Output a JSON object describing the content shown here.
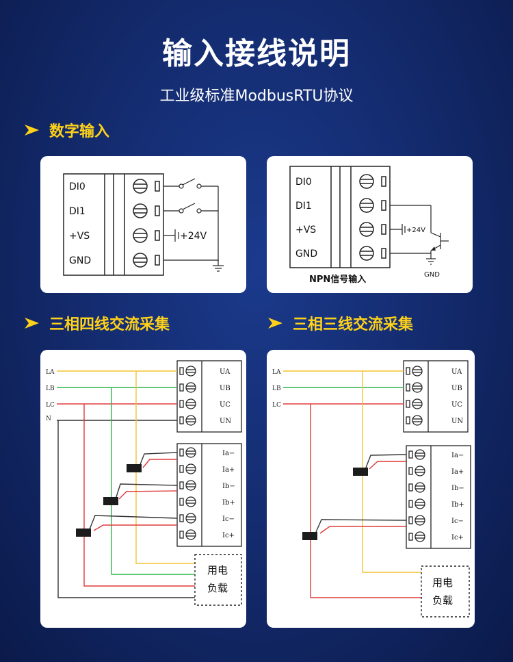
{
  "header": {
    "title": "输入接线说明",
    "subtitle": "工业级标准ModbusRTU协议"
  },
  "sections": {
    "digital_input": "数字输入",
    "three_phase_four_wire": "三相四线交流采集",
    "three_phase_three_wire": "三相三线交流采集"
  },
  "digital_input": {
    "labels": [
      "DI0",
      "DI1",
      "+VS",
      "GND"
    ],
    "supply": "+24V"
  },
  "npn_input": {
    "labels": [
      "DI0",
      "DI1",
      "+VS",
      "GND"
    ],
    "supply": "+24V",
    "gnd": "GND",
    "caption": "NPN信号输入"
  },
  "four_wire": {
    "lines": [
      "LA",
      "LB",
      "LC",
      "N"
    ],
    "voltage_terms": [
      "UA",
      "UB",
      "UC",
      "UN"
    ],
    "current_terms": [
      "Ia−",
      "Ia+",
      "Ib−",
      "Ib+",
      "Ic−",
      "Ic+"
    ],
    "load": [
      "用电",
      "负载"
    ]
  },
  "three_wire": {
    "lines": [
      "LA",
      "LB",
      "LC"
    ],
    "voltage_terms": [
      "UA",
      "UB",
      "UC",
      "UN"
    ],
    "current_terms": [
      "Ia−",
      "Ia+",
      "Ib−",
      "Ib+",
      "Ic−",
      "Ic+"
    ],
    "load": [
      "用电",
      "负载"
    ]
  },
  "colors": {
    "accent": "#ffd21a",
    "phase_a": "#f2c230",
    "phase_b": "#2fb54a",
    "phase_c": "#e03a3a",
    "neutral": "#333333"
  }
}
